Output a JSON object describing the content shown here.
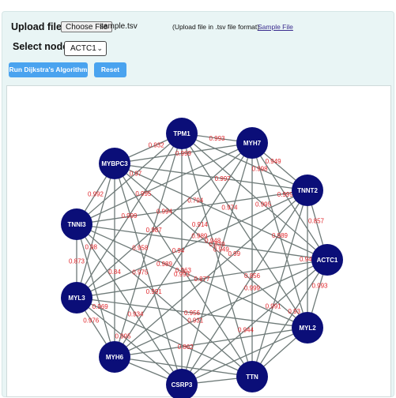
{
  "upload": {
    "label": "Upload file:",
    "button_label": "Choose File",
    "file_name": "sample.tsv",
    "format_note": "(Upload file in .tsv file format)",
    "sample_link": "Sample File"
  },
  "node_select": {
    "label": "Select node:",
    "selected": "ACTC1"
  },
  "actions": {
    "run_label": "Run Dijkstra's Algorithm",
    "reset_label": "Reset"
  },
  "graph": {
    "node_color": "#0b0e78",
    "weight_color": "#e0262b",
    "nodes": [
      {
        "id": "TPM1"
      },
      {
        "id": "MYH7"
      },
      {
        "id": "MYBPC3"
      },
      {
        "id": "TNNT2"
      },
      {
        "id": "TNNI3"
      },
      {
        "id": "ACTC1"
      },
      {
        "id": "MYL3"
      },
      {
        "id": "MYL2"
      },
      {
        "id": "MYH6"
      },
      {
        "id": "TTN"
      },
      {
        "id": "CSRP3"
      }
    ],
    "edges": [
      [
        "TPM1",
        "MYH7"
      ],
      [
        "TPM1",
        "MYBPC3"
      ],
      [
        "TPM1",
        "TNNT2"
      ],
      [
        "TPM1",
        "TNNI3"
      ],
      [
        "TPM1",
        "ACTC1"
      ],
      [
        "TPM1",
        "MYL3"
      ],
      [
        "TPM1",
        "MYL2"
      ],
      [
        "TPM1",
        "MYH6"
      ],
      [
        "TPM1",
        "TTN"
      ],
      [
        "TPM1",
        "CSRP3"
      ],
      [
        "MYH7",
        "MYBPC3"
      ],
      [
        "MYH7",
        "TNNT2"
      ],
      [
        "MYH7",
        "TNNI3"
      ],
      [
        "MYH7",
        "ACTC1"
      ],
      [
        "MYH7",
        "MYL3"
      ],
      [
        "MYH7",
        "MYL2"
      ],
      [
        "MYH7",
        "MYH6"
      ],
      [
        "MYH7",
        "TTN"
      ],
      [
        "MYH7",
        "CSRP3"
      ],
      [
        "MYBPC3",
        "TNNT2"
      ],
      [
        "MYBPC3",
        "TNNI3"
      ],
      [
        "MYBPC3",
        "ACTC1"
      ],
      [
        "MYBPC3",
        "MYL3"
      ],
      [
        "MYBPC3",
        "MYL2"
      ],
      [
        "MYBPC3",
        "MYH6"
      ],
      [
        "MYBPC3",
        "TTN"
      ],
      [
        "MYBPC3",
        "CSRP3"
      ],
      [
        "TNNT2",
        "TNNI3"
      ],
      [
        "TNNT2",
        "ACTC1"
      ],
      [
        "TNNT2",
        "MYL3"
      ],
      [
        "TNNT2",
        "MYL2"
      ],
      [
        "TNNT2",
        "MYH6"
      ],
      [
        "TNNT2",
        "TTN"
      ],
      [
        "TNNT2",
        "CSRP3"
      ],
      [
        "TNNI3",
        "ACTC1"
      ],
      [
        "TNNI3",
        "MYL3"
      ],
      [
        "TNNI3",
        "MYL2"
      ],
      [
        "TNNI3",
        "MYH6"
      ],
      [
        "TNNI3",
        "TTN"
      ],
      [
        "TNNI3",
        "CSRP3"
      ],
      [
        "ACTC1",
        "MYL3"
      ],
      [
        "ACTC1",
        "MYL2"
      ],
      [
        "ACTC1",
        "MYH6"
      ],
      [
        "ACTC1",
        "TTN"
      ],
      [
        "ACTC1",
        "CSRP3"
      ],
      [
        "MYL3",
        "MYL2"
      ],
      [
        "MYL3",
        "MYH6"
      ],
      [
        "MYL3",
        "TTN"
      ],
      [
        "MYL3",
        "CSRP3"
      ],
      [
        "MYL2",
        "MYH6"
      ],
      [
        "MYL2",
        "TTN"
      ],
      [
        "MYL2",
        "CSRP3"
      ],
      [
        "MYH6",
        "TTN"
      ],
      [
        "MYH6",
        "CSRP3"
      ],
      [
        "TTN",
        "CSRP3"
      ]
    ],
    "weights": [
      "0.993",
      "0.932",
      "0.998",
      "0.97",
      "0.995",
      "0.999",
      "0.974",
      "0.975",
      "0.948",
      "0.993",
      "0.999",
      "0.949",
      "0.995",
      "0.999",
      "0.987",
      "0.989",
      "0.914",
      "0.999",
      "0.949",
      "0.997",
      "0.992",
      "0.794",
      "0.98",
      "0.989",
      "0.84",
      "0.963",
      "0.958",
      "0.994",
      "0.857",
      "0.94",
      "0.947",
      "0.99",
      "0.991",
      "0.856",
      "0.839",
      "0.873",
      "0.989",
      "0.969",
      "0.991",
      "0.934",
      "0.877",
      "0.993",
      "0.931",
      "0.93",
      "0.944",
      "0.956",
      "0.976",
      "0.862",
      "0.995"
    ]
  }
}
